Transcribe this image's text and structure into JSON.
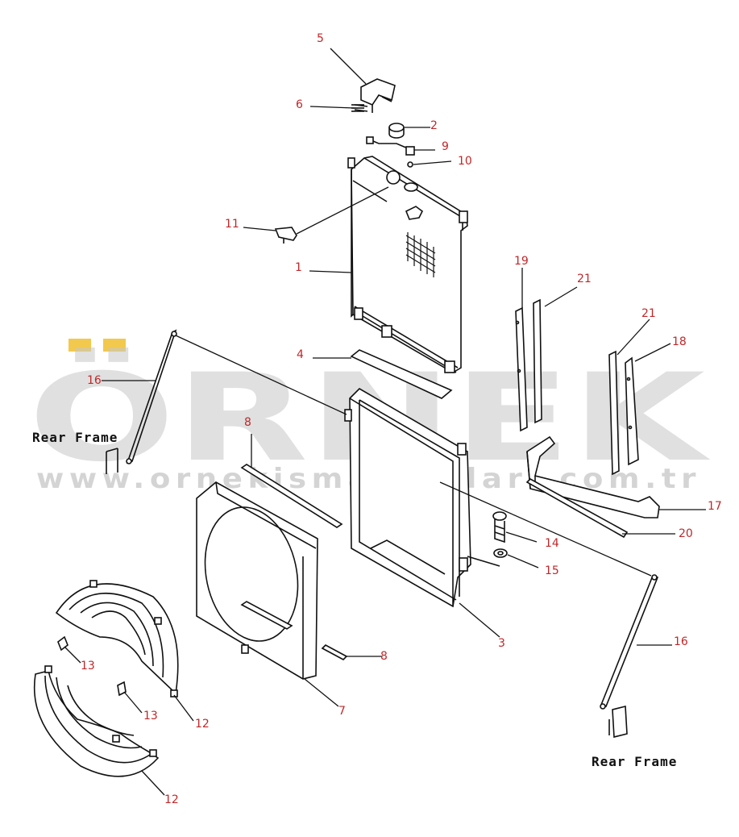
{
  "watermark": {
    "brand": "ÖRNEK",
    "url": "www.ornekismakinalari.com.tr",
    "accent_color": "#f2c94c",
    "text_color": "#c8c8c8"
  },
  "frame_labels": {
    "left": "Rear Frame",
    "right": "Rear Frame"
  },
  "callouts": {
    "c5": "5",
    "c6": "6",
    "c2": "2",
    "c9": "9",
    "c10": "10",
    "c11": "11",
    "c1": "1",
    "c19": "19",
    "c21a": "21",
    "c21b": "21",
    "c18": "18",
    "c4": "4",
    "c16a": "16",
    "c8a": "8",
    "c17": "17",
    "c20": "20",
    "c14": "14",
    "c15": "15",
    "c3": "3",
    "c16b": "16",
    "c8b": "8",
    "c13a": "13",
    "c13b": "13",
    "c12a": "12",
    "c7": "7",
    "c12b": "12"
  },
  "colors": {
    "callout": "#c0282a",
    "line": "#111111"
  }
}
